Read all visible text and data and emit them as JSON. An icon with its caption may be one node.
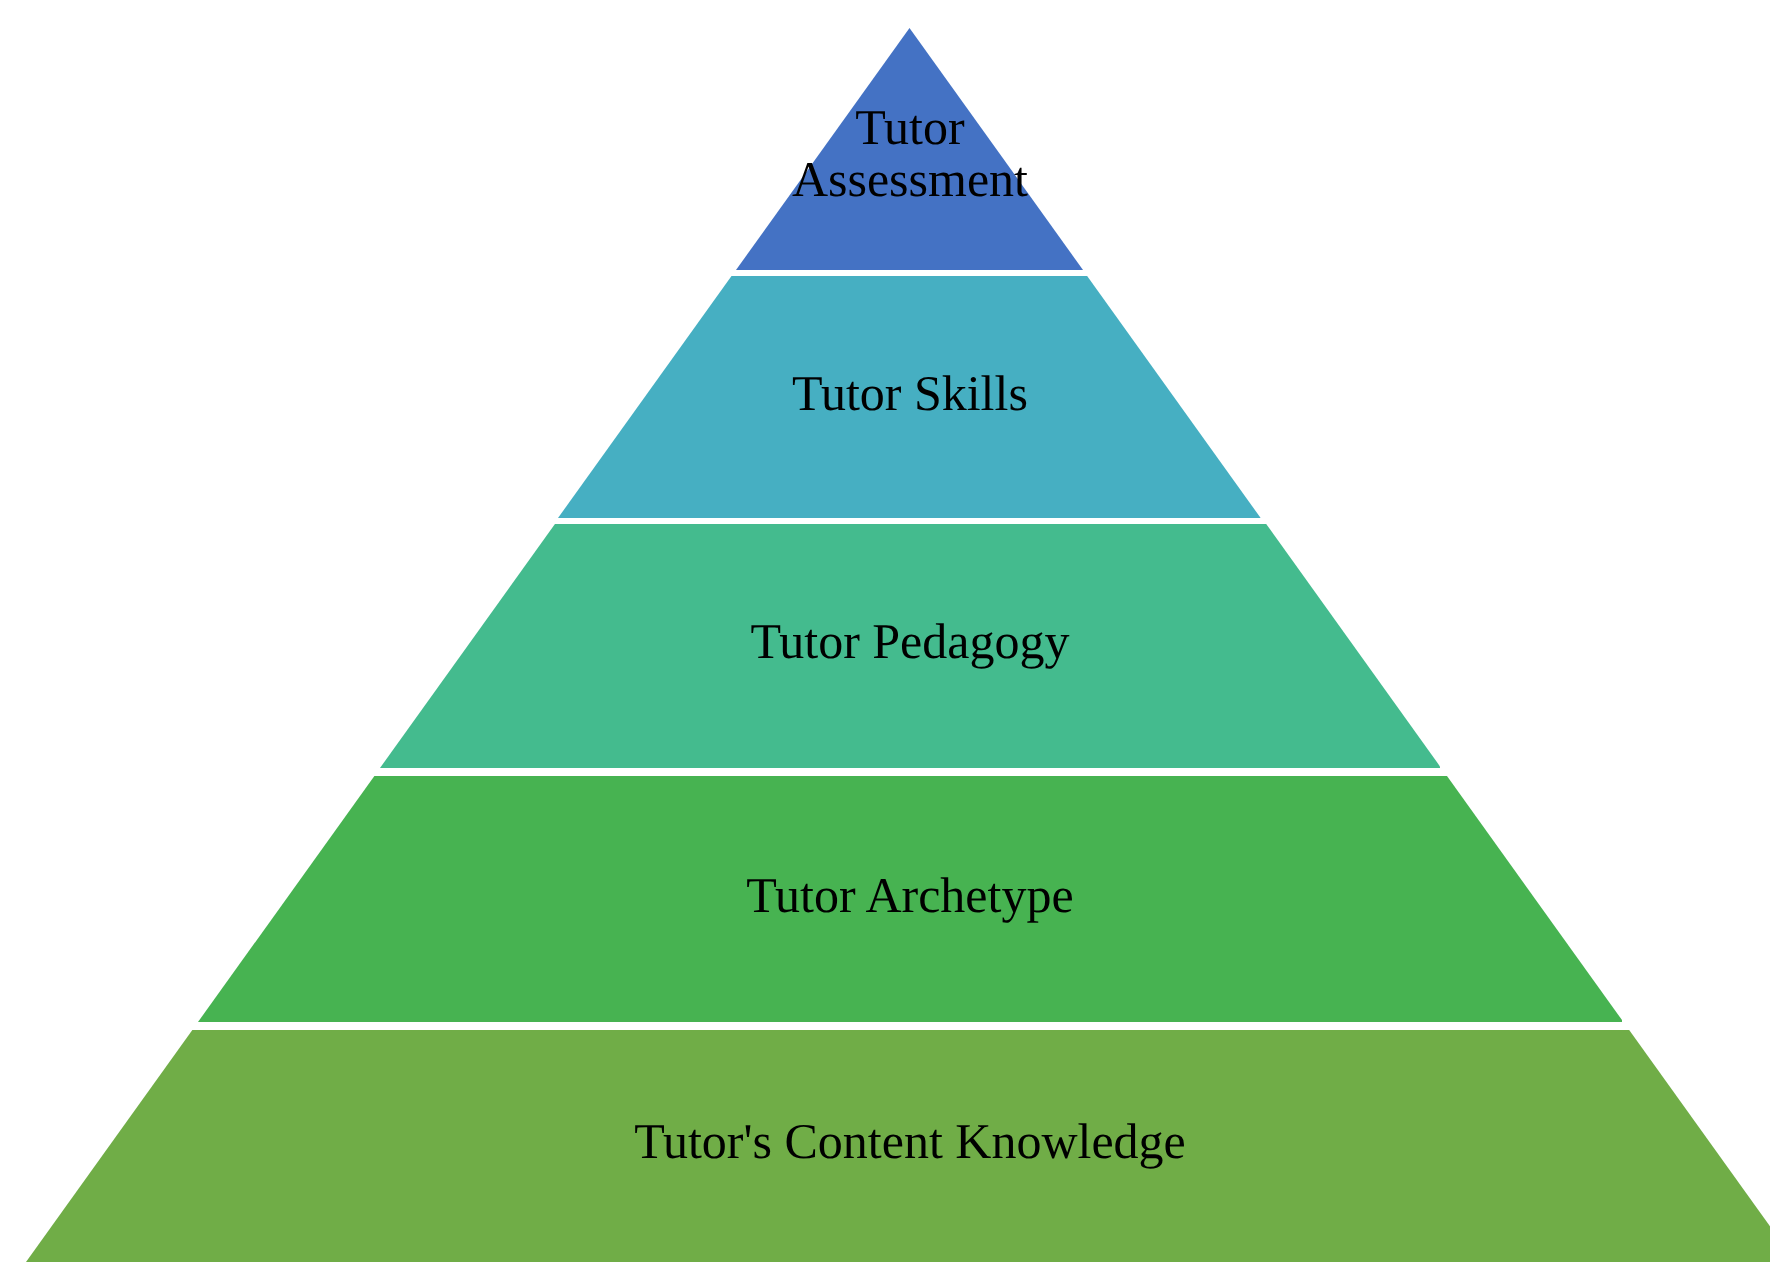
{
  "diagram": {
    "nodes": [
      {
        "text": [
          "Tutor Assessment"
        ]
      },
      {
        "text": [
          "Tutor Skills"
        ]
      },
      {
        "text": [
          "Tutor Pedagogy"
        ]
      },
      {
        "text": [
          "Tutor Archetype"
        ]
      },
      {
        "text": [
          "Tutor's Content Knowledge"
        ]
      }
    ]
  }
}
